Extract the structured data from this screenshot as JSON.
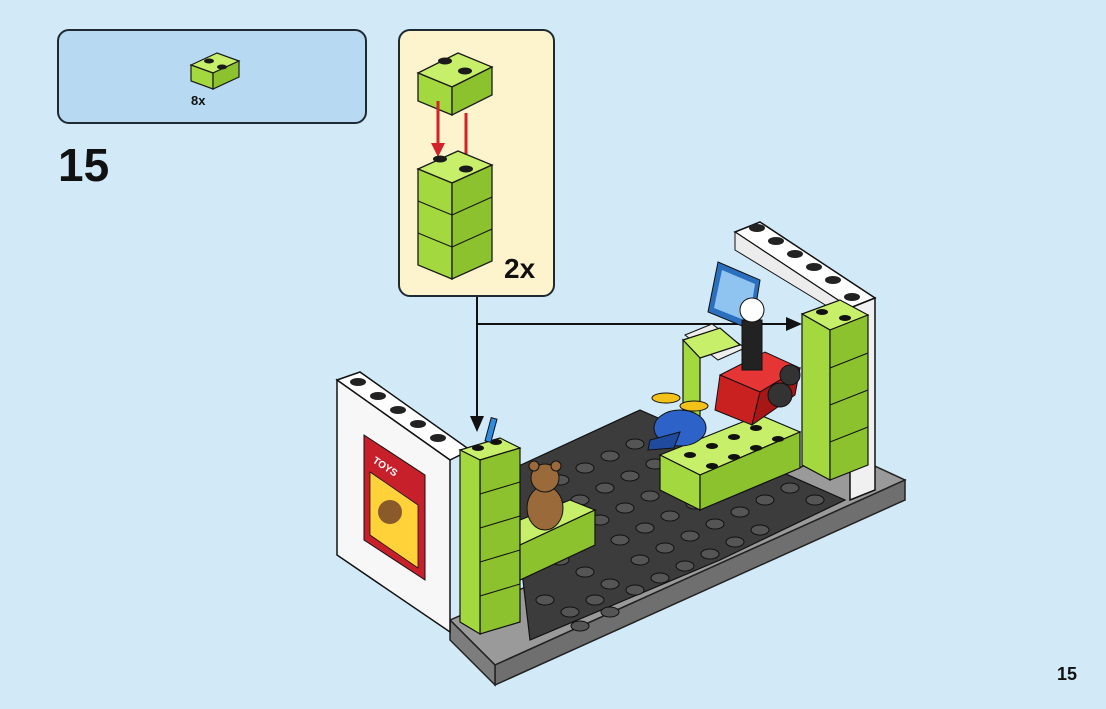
{
  "parts_list": {
    "part_icon": "lime-brick-1x2-icon",
    "part_color": "#a8e04a",
    "quantity": "8x"
  },
  "step": {
    "number": "15"
  },
  "subassembly": {
    "quantity": "2x",
    "arrow_color": "#d2232a"
  },
  "model": {
    "poster_text": "TOYS"
  },
  "page": {
    "number": "15"
  }
}
